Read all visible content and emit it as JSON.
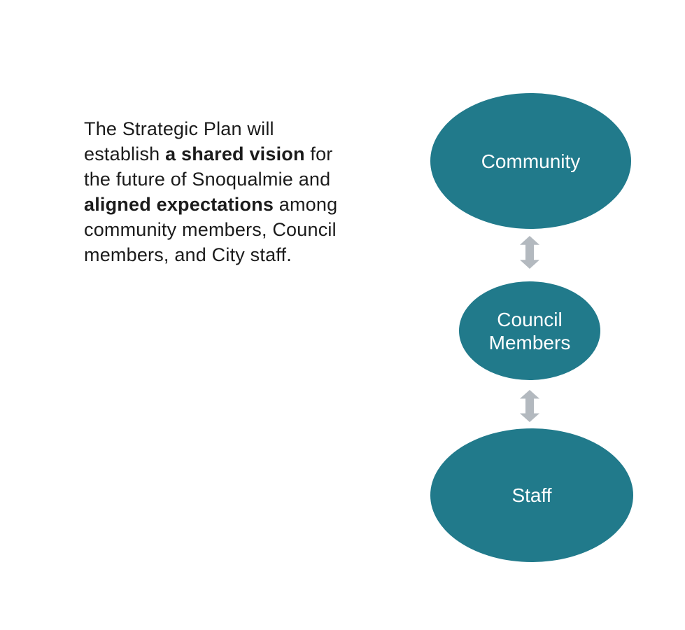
{
  "page": {
    "background_color": "#ffffff",
    "text_color": "#1b1b1b"
  },
  "intro": {
    "full_text": "The Strategic Plan will establish a shared vision for the future of Snoqualmie and aligned expectations among community members, Council members, and City staff.",
    "lines": [
      {
        "t1": "The Strategic Plan will"
      },
      {
        "t1": "establish ",
        "b": "a shared vision",
        "t2": " for"
      },
      {
        "t1": "the future of Snoqualmie and"
      },
      {
        "b": "aligned expectations",
        "t2": " among"
      },
      {
        "t1": "community members, Council"
      },
      {
        "t1": "members, and City staff."
      }
    ]
  },
  "diagram": {
    "type": "vertical-flow",
    "node_color": "#217a8b",
    "node_label_color": "#ffffff",
    "arrow_color": "#b3b9bf",
    "nodes": [
      {
        "label": "Community"
      },
      {
        "label": "Council Members"
      },
      {
        "label": "Staff"
      }
    ],
    "connectors": [
      {
        "icon": "double-arrow-vertical"
      },
      {
        "icon": "double-arrow-vertical"
      }
    ]
  }
}
